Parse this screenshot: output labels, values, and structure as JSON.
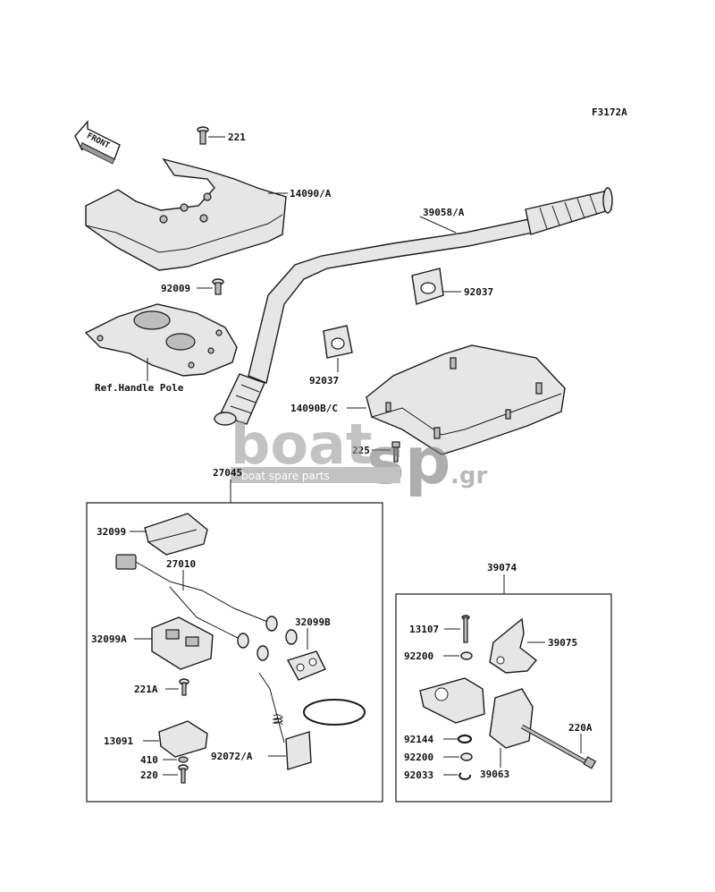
{
  "figure_code": "F3172A",
  "front_label": "FRONT",
  "watermark": {
    "brand_main": "boat",
    "brand_sp": "sp",
    "brand_gr": ".gr",
    "tagline": "boat spare parts"
  },
  "colors": {
    "line": "#1a1a1a",
    "part_fill": "#e6e6e6",
    "watermark": "#8a8a8a"
  },
  "labels": {
    "p221": "221",
    "p14090A": "14090/A",
    "p39058A": "39058/A",
    "p92009": "92009",
    "p92037a": "92037",
    "p92037b": "92037",
    "ref_handle_pole": "Ref.Handle Pole",
    "p14090BC": "14090B/C",
    "p225": "225",
    "p27045": "27045",
    "p32099": "32099",
    "p27010": "27010",
    "p32099A": "32099A",
    "p32099B": "32099B",
    "p221A": "221A",
    "p13091": "13091",
    "p410": "410",
    "p220": "220",
    "p92072A": "92072/A",
    "p39074": "39074",
    "p13107": "13107",
    "p39075": "39075",
    "p92200a": "92200",
    "p220A": "220A",
    "p92144": "92144",
    "p92200b": "92200",
    "p92033": "92033",
    "p39063": "39063"
  }
}
